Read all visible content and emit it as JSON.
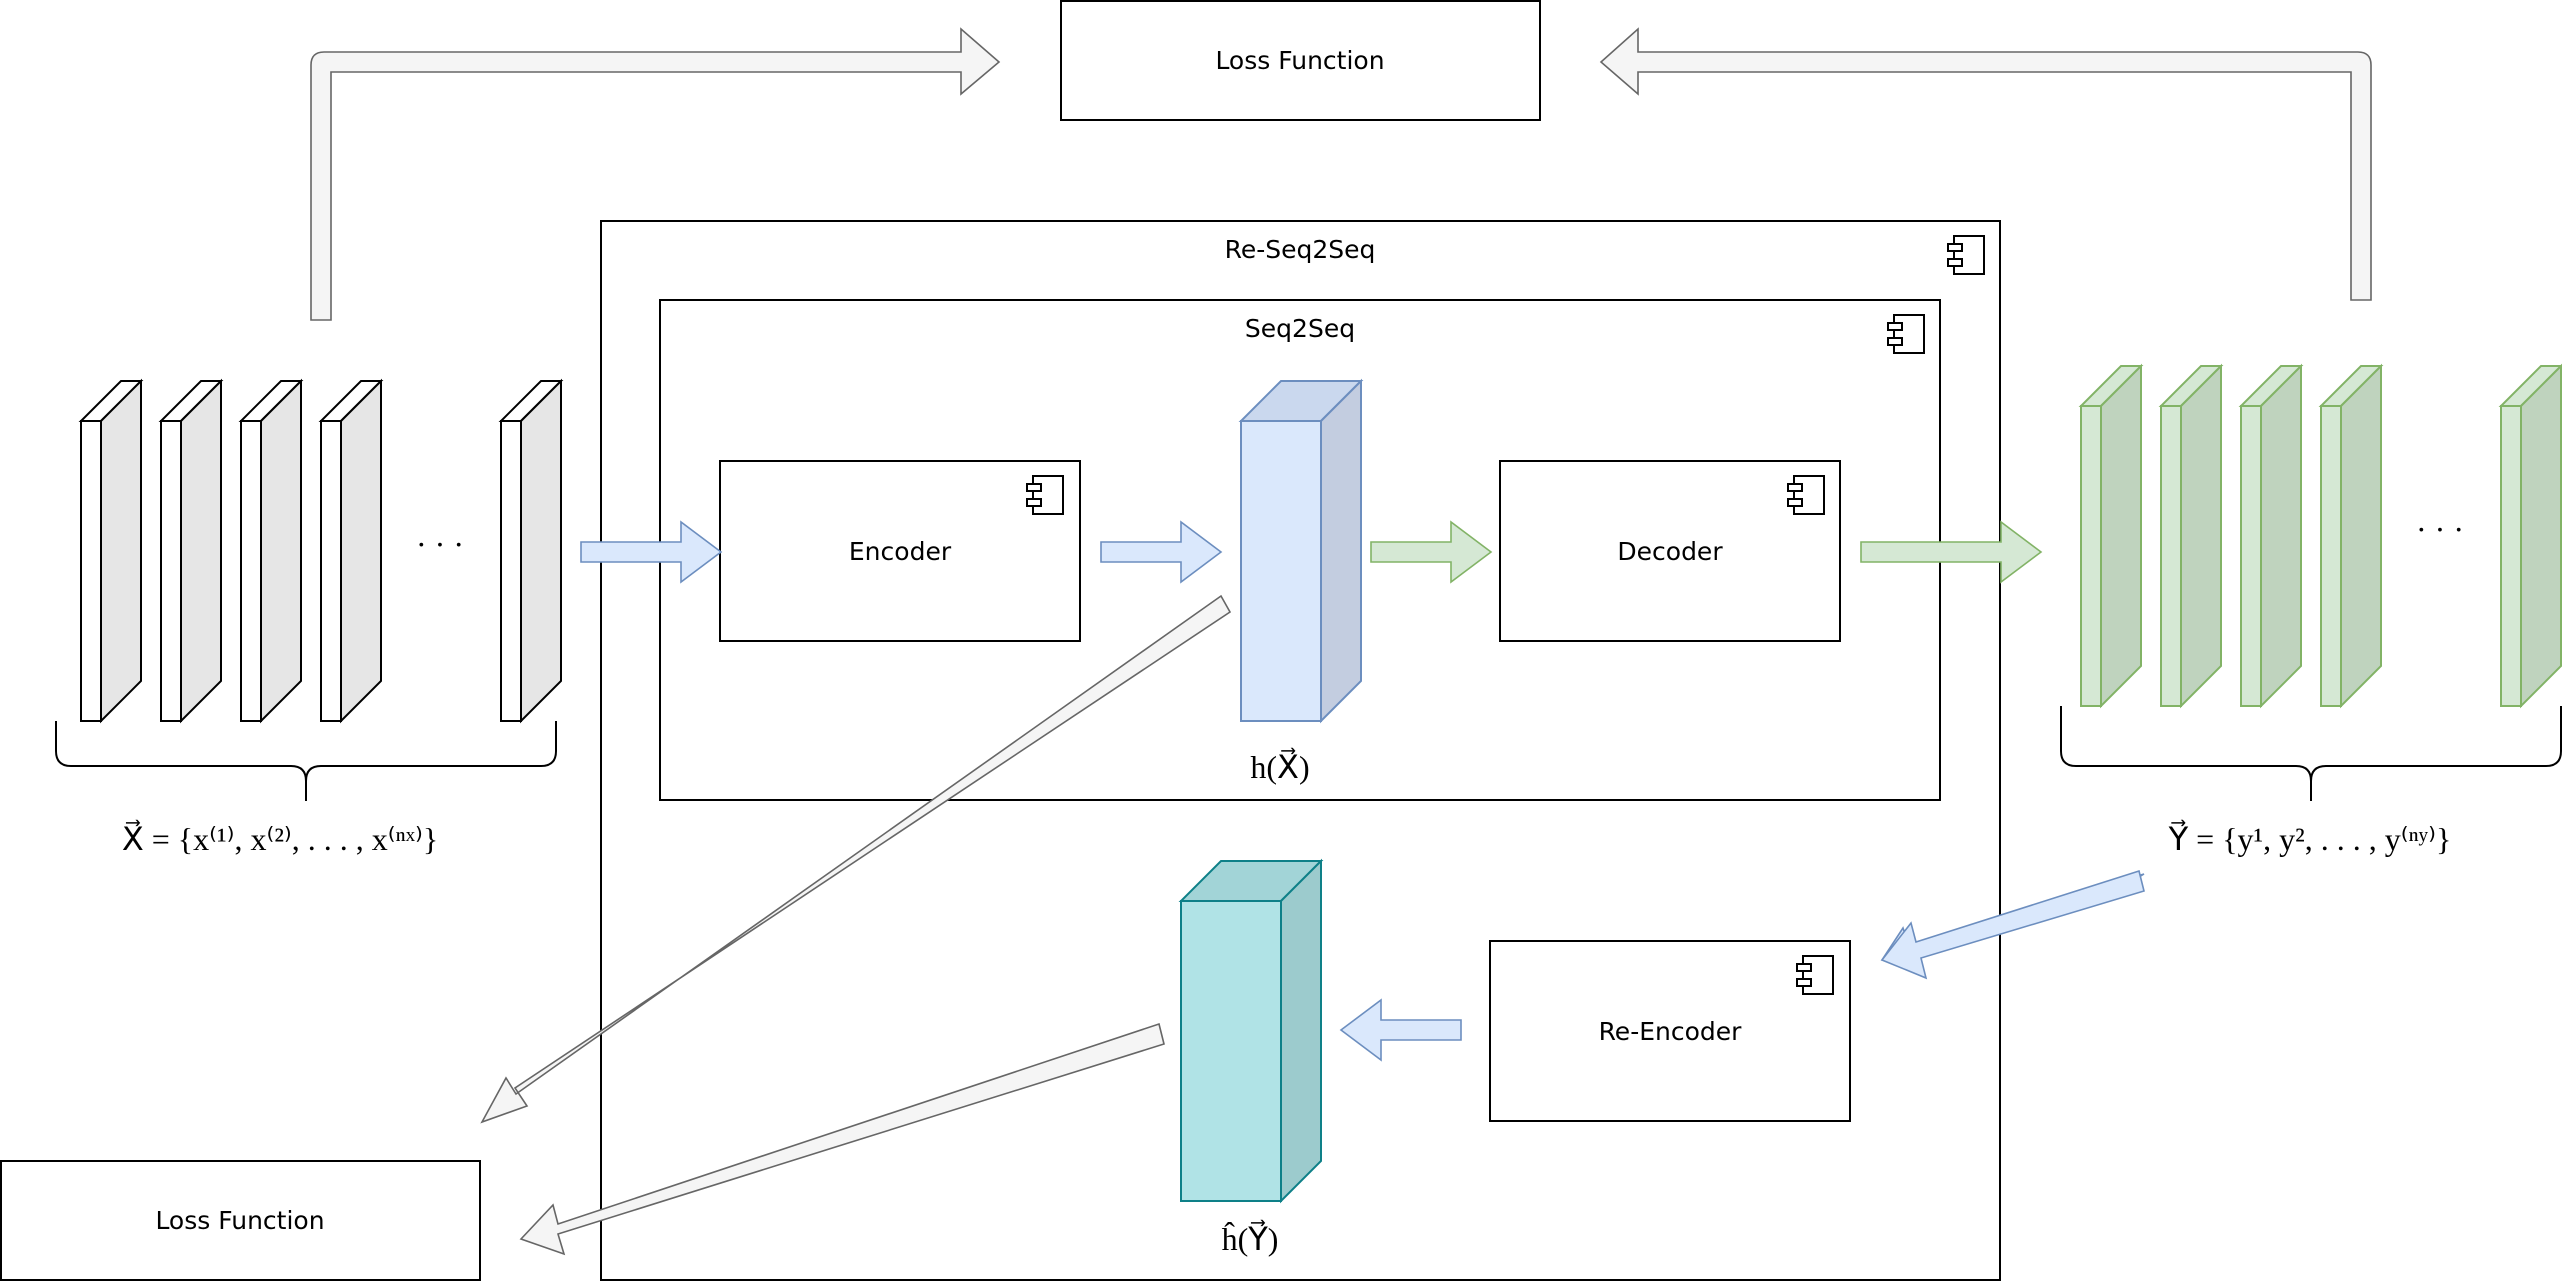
{
  "labels": {
    "loss_top": "Loss Function",
    "loss_bottom": "Loss Function",
    "re_seq2seq": "Re-Seq2Seq",
    "seq2seq": "Seq2Seq",
    "encoder": "Encoder",
    "decoder": "Decoder",
    "re_encoder": "Re-Encoder"
  },
  "math": {
    "x_vec": "X⃗ = {x⁽¹⁾, x⁽²⁾, . . . , x⁽ⁿˣ⁾}",
    "y_vec": "Y⃗ = {y¹, y², . . . , y⁽ⁿʸ⁾}",
    "h_x": "h(X⃗)",
    "h_hat_y": "ĥ(Y⃗)",
    "ellipsis_x": "· · ·",
    "ellipsis_y": "· · ·"
  },
  "colors": {
    "input_seq_face": "#ffffff",
    "input_seq_side": "#e6e6e6",
    "hidden_x": "#dae8fc",
    "hidden_x_stroke": "#6c8ebf",
    "output_seq": "#d5e8d4",
    "output_seq_stroke": "#82b366",
    "hidden_y": "#b0e3e6",
    "hidden_y_stroke": "#0e8088"
  },
  "icons": [
    "component-icon"
  ]
}
